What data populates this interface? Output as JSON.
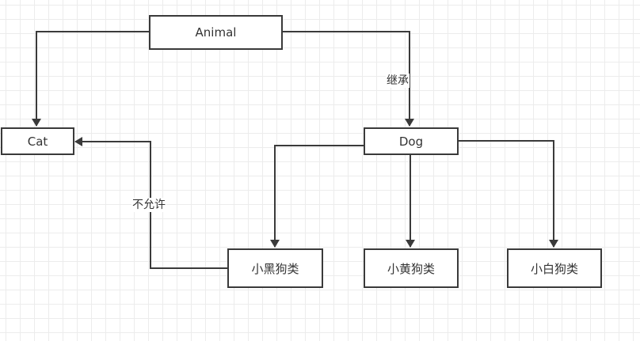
{
  "diagram": {
    "type": "class-hierarchy",
    "nodes": {
      "animal": "Animal",
      "cat": "Cat",
      "dog": "Dog",
      "black_dog": "小黑狗类",
      "yellow_dog": "小黄狗类",
      "white_dog": "小白狗类"
    },
    "edges": [
      {
        "from": "Animal",
        "to": "Cat",
        "label": ""
      },
      {
        "from": "Animal",
        "to": "Dog",
        "label": "继承"
      },
      {
        "from": "Dog",
        "to": "小黑狗类",
        "label": ""
      },
      {
        "from": "Dog",
        "to": "小黄狗类",
        "label": ""
      },
      {
        "from": "Dog",
        "to": "小白狗类",
        "label": ""
      },
      {
        "from": "小黑狗类",
        "to": "Cat",
        "label": "不允许"
      }
    ],
    "edge_labels": {
      "inherit": "继承",
      "not_allowed": "不允许"
    },
    "colors": {
      "stroke": "#3a3a3a",
      "grid": "#ececec"
    }
  }
}
